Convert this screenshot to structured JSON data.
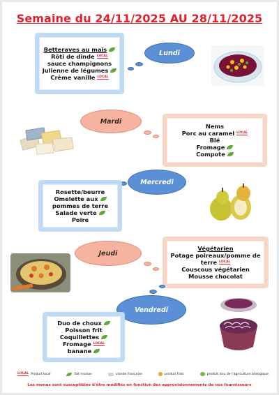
{
  "title": "Semaine du 24/11/2025 AU 28/11/2025",
  "days": [
    {
      "name": "Lundi",
      "items": [
        {
          "text": "Betteraves au maïs",
          "underline": true,
          "icons": [
            "leaf"
          ]
        },
        {
          "text": "Rôti de dinde",
          "underline": false,
          "icons": [
            "local"
          ]
        },
        {
          "text": "sauce champignons",
          "underline": false,
          "icons": []
        },
        {
          "text": "Julienne de légumes",
          "underline": false,
          "icons": [
            "leaf"
          ]
        },
        {
          "text": "Crème vanille",
          "underline": false,
          "icons": [
            "local"
          ]
        }
      ]
    },
    {
      "name": "Mardi",
      "items": [
        {
          "text": "Nems",
          "underline": false,
          "icons": []
        },
        {
          "text": "Porc au caramel",
          "underline": false,
          "icons": [
            "local"
          ]
        },
        {
          "text": "Blé",
          "underline": false,
          "icons": []
        },
        {
          "text": "Fromage",
          "underline": false,
          "icons": [
            "leaf"
          ]
        },
        {
          "text": "Compote",
          "underline": false,
          "icons": [
            "leaf"
          ]
        }
      ]
    },
    {
      "name": "Mercredi",
      "items": [
        {
          "text": "Rosette/beurre",
          "underline": false,
          "icons": []
        },
        {
          "text": "Omelette aux",
          "underline": false,
          "icons": [
            "leaf"
          ]
        },
        {
          "text": "pommes de terre",
          "underline": false,
          "icons": []
        },
        {
          "text": "Salade verte",
          "underline": false,
          "icons": [
            "leaf"
          ]
        },
        {
          "text": "Poire",
          "underline": false,
          "icons": []
        }
      ]
    },
    {
      "name": "Jeudi",
      "items": [
        {
          "text": "Végétarien",
          "underline": true,
          "icons": []
        },
        {
          "text": "Potage poireaux/pomme de",
          "underline": false,
          "icons": []
        },
        {
          "text": "terre",
          "underline": false,
          "icons": [
            "local"
          ]
        },
        {
          "text": "Couscous végétarien",
          "underline": false,
          "icons": []
        },
        {
          "text": "Mousse chocolat",
          "underline": false,
          "icons": []
        }
      ]
    },
    {
      "name": "Vendredi",
      "items": [
        {
          "text": "Duo de choux",
          "underline": false,
          "icons": [
            "leaf"
          ]
        },
        {
          "text": "Poisson frit",
          "underline": false,
          "icons": []
        },
        {
          "text": "Coquillettes",
          "underline": false,
          "icons": [
            "leaf"
          ]
        },
        {
          "text": "Fromage",
          "underline": false,
          "icons": [
            "local"
          ]
        },
        {
          "text": "banane",
          "underline": false,
          "icons": [
            "leaf"
          ]
        }
      ]
    }
  ],
  "icon_labels": {
    "local": "LOCAL"
  },
  "legend": [
    {
      "icon": "local",
      "label": "Produit local"
    },
    {
      "icon": "fait",
      "label": "fait maison"
    },
    {
      "icon": "viande",
      "label": "viande française"
    },
    {
      "icon": "frais",
      "label": "produit frais"
    },
    {
      "icon": "bio",
      "label": "produit issu de l'agriculture biologique"
    }
  ],
  "footer": "Les menus sont susceptibles d'être modifiés en fonction des approvisionnements de nos fournisseurs",
  "colors": {
    "title": "#e0202a",
    "blue_border": "#bfdaf3",
    "orange_border": "#f8d6c4",
    "blue_cloud": "#5b8fd6",
    "pink_cloud": "#f6b3a0",
    "leaf_green": "#5fa83a"
  }
}
